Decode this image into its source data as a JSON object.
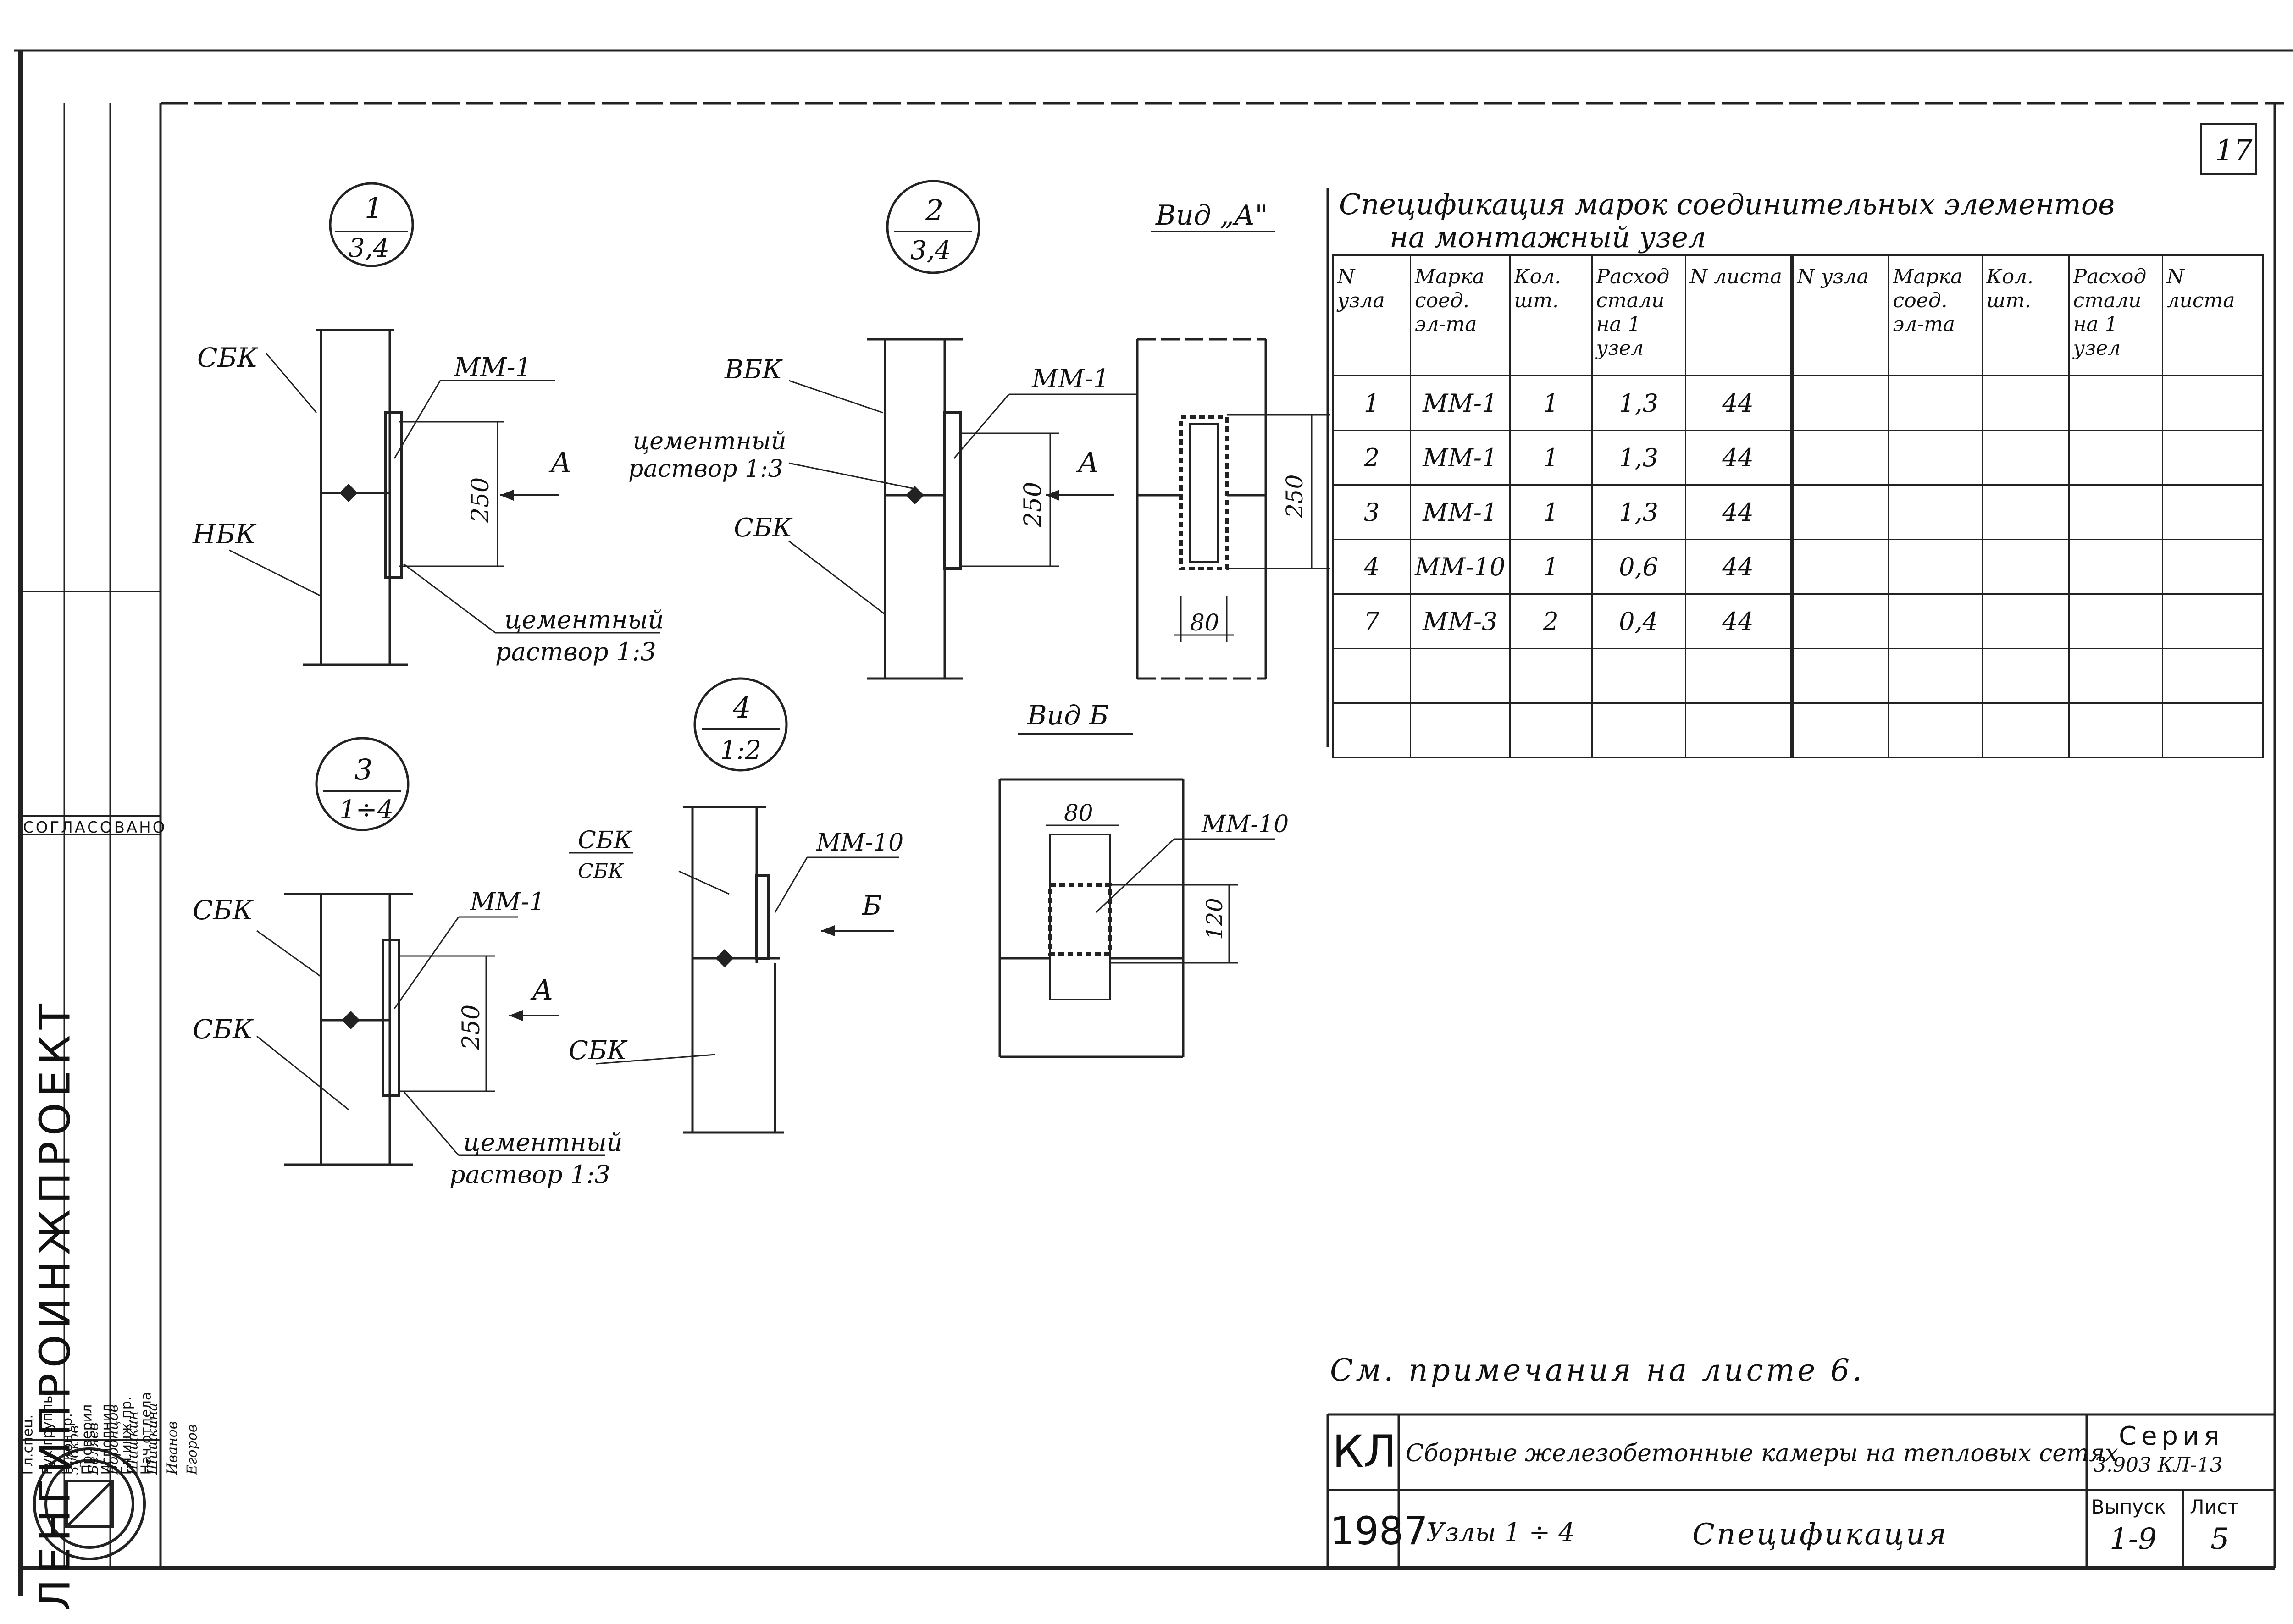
{
  "sheet_number": "17",
  "nodes": [
    {
      "num": "1",
      "den": "3,4"
    },
    {
      "num": "2",
      "den": "3,4"
    },
    {
      "num": "3",
      "den": "1÷4"
    },
    {
      "num": "4",
      "den": "1:2"
    }
  ],
  "labels": {
    "sbk": "СБК",
    "nbk": "НБК",
    "vbk": "ВБК",
    "mm1": "ММ-1",
    "mm10": "ММ-10",
    "cement1": "цементный",
    "cement2": "раствор 1:3",
    "dim250": "250",
    "dim80": "80",
    "dim120": "120",
    "arrowA": "А",
    "arrowB": "Б",
    "view_a": "Вид „А\"",
    "view_b": "Вид Б"
  },
  "spec": {
    "title_line1": "Спецификация марок соединительных элементов",
    "title_line2": "на монтажный узел",
    "headers": [
      "N узла",
      "Марка соед. эл-та",
      "Кол. шт.",
      "Расход стали на 1 узел",
      "N листа"
    ],
    "rows": [
      [
        "1",
        "ММ-1",
        "1",
        "1,3",
        "44"
      ],
      [
        "2",
        "ММ-1",
        "1",
        "1,3",
        "44"
      ],
      [
        "3",
        "ММ-1",
        "1",
        "1,3",
        "44"
      ],
      [
        "4",
        "ММ-10",
        "1",
        "0,6",
        "44"
      ],
      [
        "7",
        "ММ-3",
        "2",
        "0,4",
        "44"
      ],
      [
        "",
        "",
        "",
        "",
        ""
      ],
      [
        "",
        "",
        "",
        "",
        ""
      ]
    ]
  },
  "note": "См. примечания на листе 6.",
  "title_block": {
    "code": "КЛ",
    "year": "1987",
    "description": "Сборные железобетонные камеры на тепловых сетях",
    "subtitle": "Узлы 1 ÷ 4",
    "doc_name": "Спецификация",
    "series_label": "Серия",
    "series_value": "3.903 КЛ-13",
    "issue_label": "Выпуск",
    "issue_value": "1-9",
    "sheet_label": "Лист",
    "sheet_value": "5"
  },
  "stamp": {
    "org": "ЛЕНГИПРОИНЖПРОЕКТ",
    "agreed": "СОГЛАСОВАНО",
    "roles": [
      "Гл.спец.",
      "Рук.группы",
      "Н.контр.",
      "Проверил",
      "Исполнил",
      "Гл.инж.пр.",
      "Нач.отдела"
    ],
    "names": [
      "Зубков",
      "Беляев",
      "Воронцов",
      "Шишкин",
      "Шишкина",
      "Иванов",
      "Егоров"
    ]
  }
}
